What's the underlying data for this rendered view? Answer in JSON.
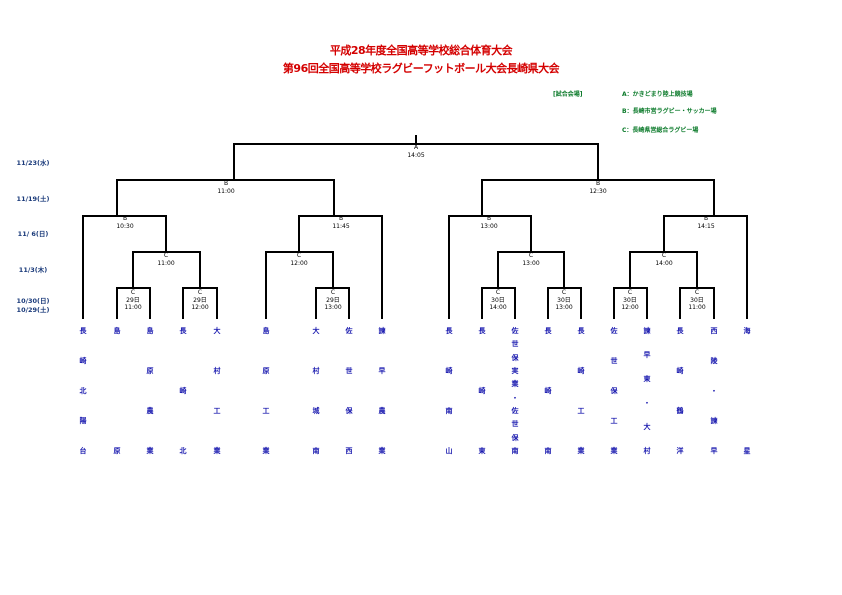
{
  "header": {
    "title_line1": "平成28年度全国高等学校総合体育大会",
    "title_line2": "第96回全国高等学校ラグビーフットボール大会長崎県大会"
  },
  "venues": {
    "label": "[試合会場]",
    "a": "A：かきどまり陸上競技場",
    "b": "B：長崎市営ラグビー・サッカー場",
    "c": "C：長崎県営総合ラグビー場"
  },
  "dates": [
    "11/23(水)",
    "11/19(土)",
    "11/ 6(日)",
    "11/3(木)",
    "10/30(日)",
    "10/29(土)"
  ],
  "matches": {
    "final": {
      "venue": "A",
      "time": "14:05"
    },
    "sf_left": {
      "venue": "B",
      "time": "11:00"
    },
    "sf_right": {
      "venue": "B",
      "time": "12:30"
    },
    "qf1": {
      "venue": "B",
      "time": "10:30"
    },
    "qf2": {
      "venue": "B",
      "time": "11:45"
    },
    "qf3": {
      "venue": "B",
      "time": "13:00"
    },
    "qf4": {
      "venue": "B",
      "time": "14:15"
    },
    "r2_1": {
      "venue": "C",
      "time": "11:00"
    },
    "r2_2": {
      "venue": "C",
      "time": "12:00"
    },
    "r2_3": {
      "venue": "C",
      "time": "13:00"
    },
    "r2_4": {
      "venue": "C",
      "time": "14:00"
    },
    "r1_1": {
      "venue": "C",
      "day": "29日",
      "time": "11:00"
    },
    "r1_2": {
      "venue": "C",
      "day": "29日",
      "time": "12:00"
    },
    "r1_3": {
      "venue": "C",
      "day": "29日",
      "time": "13:00"
    },
    "r1_4": {
      "venue": "C",
      "day": "30日",
      "time": "14:00"
    },
    "r1_5": {
      "venue": "C",
      "day": "30日",
      "time": "13:00"
    },
    "r1_6": {
      "venue": "C",
      "day": "30日",
      "time": "12:00"
    },
    "r1_7": {
      "venue": "C",
      "day": "30日",
      "time": "11:00"
    }
  },
  "teams": [
    {
      "name": "長崎北陽台",
      "lines": [
        "長",
        "崎",
        "北",
        "陽",
        "台"
      ]
    },
    {
      "name": "島原",
      "lines": [
        "島",
        "原"
      ]
    },
    {
      "name": "島原農業",
      "lines": [
        "島",
        "原",
        "農",
        "業"
      ]
    },
    {
      "name": "長崎北",
      "lines": [
        "長",
        "崎",
        "北"
      ]
    },
    {
      "name": "大村工業",
      "lines": [
        "大",
        "村",
        "工",
        "業"
      ]
    },
    {
      "name": "島原工業",
      "lines": [
        "島",
        "原",
        "工",
        "業"
      ]
    },
    {
      "name": "大村城南",
      "lines": [
        "大",
        "村",
        "城",
        "南"
      ]
    },
    {
      "name": "佐世保西",
      "lines": [
        "佐",
        "世",
        "保",
        "西"
      ]
    },
    {
      "name": "諫早農業",
      "lines": [
        "諫",
        "早",
        "農",
        "業"
      ]
    },
    {
      "name": "長崎南山",
      "lines": [
        "長",
        "崎",
        "南",
        "山"
      ]
    },
    {
      "name": "長崎東",
      "lines": [
        "長",
        "崎",
        "東"
      ]
    },
    {
      "name": "佐世保実業・佐世保南",
      "lines": [
        "佐",
        "世",
        "保",
        "実",
        "業",
        "・",
        "佐",
        "世",
        "保",
        "南"
      ]
    },
    {
      "name": "長崎南",
      "lines": [
        "長",
        "崎",
        "南"
      ]
    },
    {
      "name": "長崎工業",
      "lines": [
        "長",
        "崎",
        "工",
        "業"
      ]
    },
    {
      "name": "佐世保工業",
      "lines": [
        "佐",
        "世",
        "保",
        "工",
        "業"
      ]
    },
    {
      "name": "諫早東・大村",
      "lines": [
        "諫",
        "早",
        "東",
        "・",
        "大",
        "村"
      ]
    },
    {
      "name": "長崎鶴洋",
      "lines": [
        "長",
        "崎",
        "鶴",
        "洋"
      ]
    },
    {
      "name": "西陵・諫早",
      "lines": [
        "西",
        "陵",
        "・",
        "諫",
        "早"
      ]
    },
    {
      "name": "海星",
      "lines": [
        "海",
        "星"
      ]
    }
  ]
}
